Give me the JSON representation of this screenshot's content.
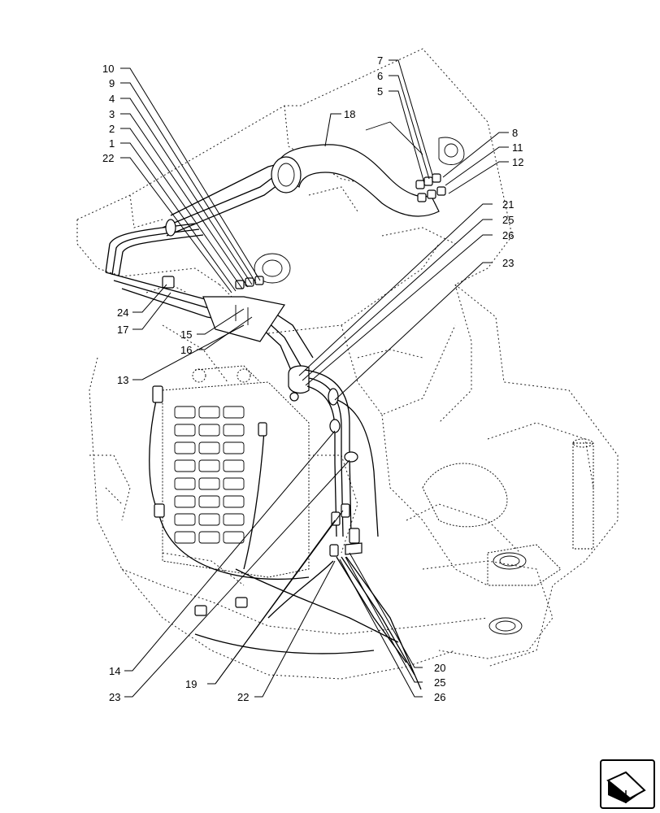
{
  "callouts": {
    "c10": "10",
    "c9": "9",
    "c4": "4",
    "c3": "3",
    "c2": "2",
    "c1": "1",
    "c22a": "22",
    "c7": "7",
    "c6": "6",
    "c5": "5",
    "c18": "18",
    "c8": "8",
    "c11": "11",
    "c12": "12",
    "c21": "21",
    "c25a": "25",
    "c26a": "26",
    "c23a": "23",
    "c24": "24",
    "c17": "17",
    "c15": "15",
    "c16": "16",
    "c13": "13",
    "c14": "14",
    "c23b": "23",
    "c19": "19",
    "c22b": "22",
    "c20": "20",
    "c25b": "25",
    "c26b": "26"
  },
  "icons": {
    "nav": "next-page-arrow-icon"
  }
}
